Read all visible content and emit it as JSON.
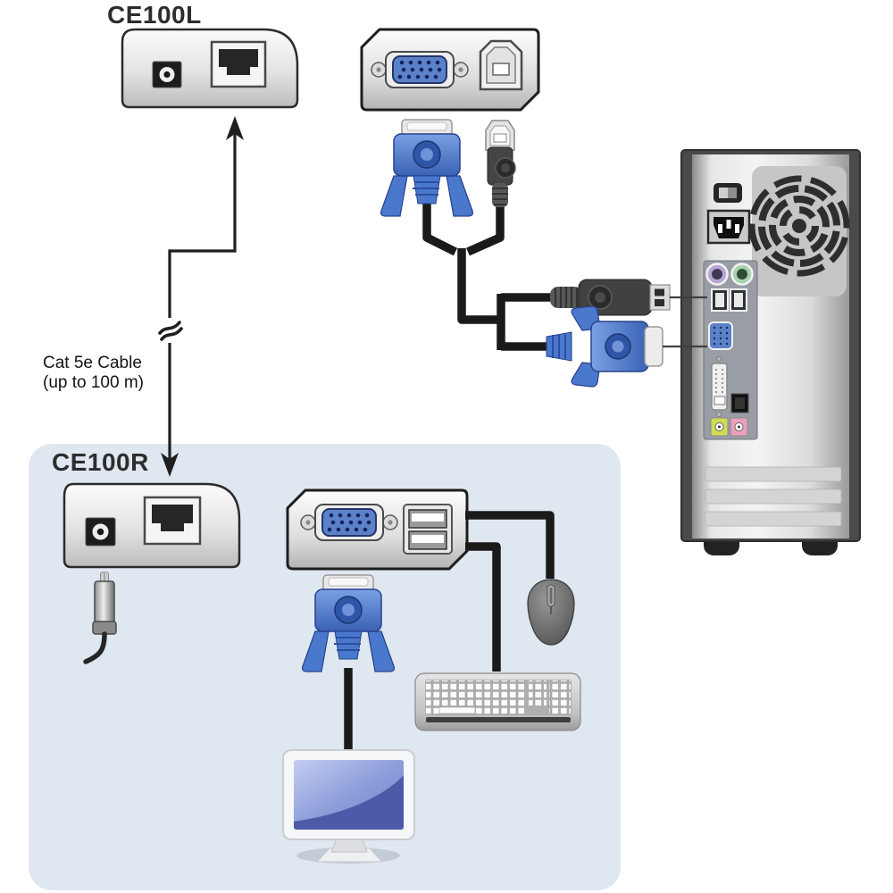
{
  "labels": {
    "local_device": "CE100L",
    "remote_device": "CE100R",
    "cable_line1": "Cat 5e Cable",
    "cable_line2": "(up to 100 m)"
  },
  "colors": {
    "remote_zone_bg": "#dfe7f0",
    "cable_line": "#1a1a1a",
    "connector_blue": "#4a78cc",
    "vga_port_blue": "#5b82c8",
    "ps2_mouse_port": "#b9a6d8",
    "ps2_keyboard_port": "#a9d3ae",
    "audio_line_out": "#cfdc52",
    "audio_mic": "#eba0ba"
  }
}
